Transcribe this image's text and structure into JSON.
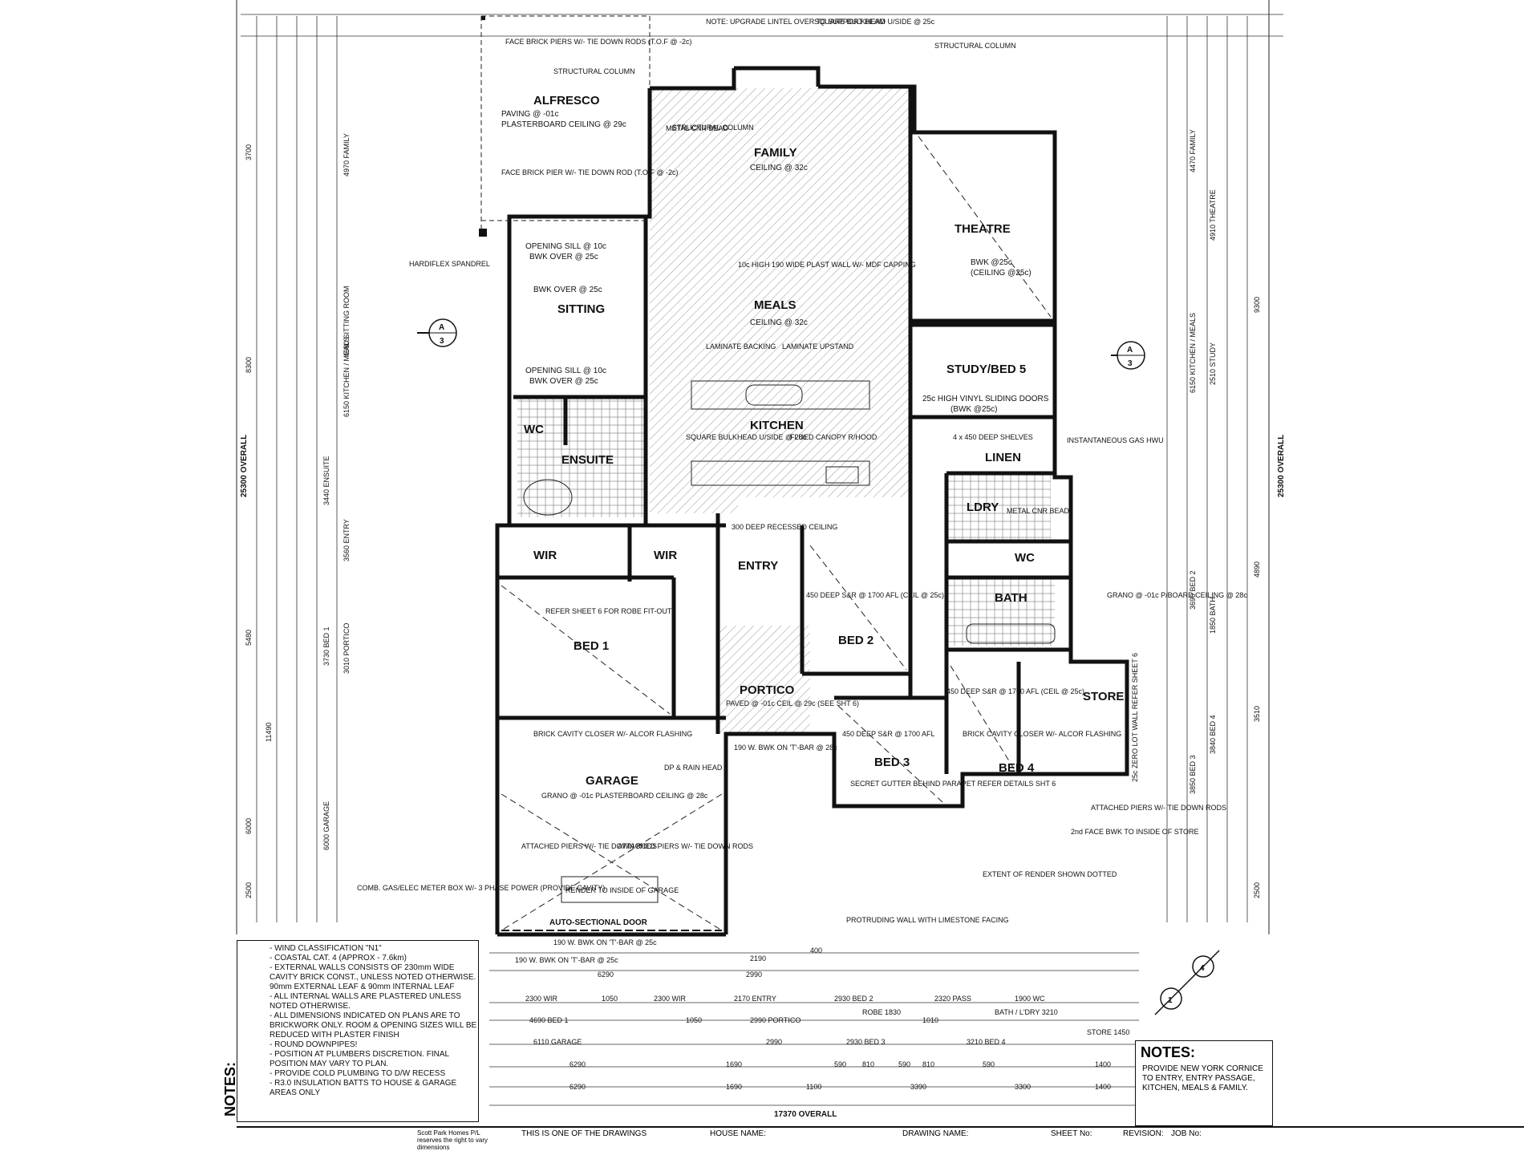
{
  "rooms": {
    "alfresco": "ALFRESCO",
    "family": "FAMILY",
    "theatre": "THEATRE",
    "sitting": "SITTING",
    "meals": "MEALS",
    "kitchen": "KITCHEN",
    "study": "STUDY/BED 5",
    "ensuite": "ENSUITE",
    "linen": "LINEN",
    "ldry": "LDRY",
    "wc": "WC",
    "wir": "WIR",
    "entry": "ENTRY",
    "bath": "BATH",
    "bed1": "BED 1",
    "bed2": "BED 2",
    "portico": "PORTICO",
    "store": "STORE",
    "bed3": "BED 3",
    "bed4": "BED 4",
    "garage": "GARAGE"
  },
  "labels": {
    "alfresco_notes": [
      "PAVING @ -01c",
      "PLASTERBOARD CEILING @ 29c"
    ],
    "family_ceiling": "CEILING @ 32c",
    "meals_ceiling": "CEILING @ 32c",
    "theatre_notes": [
      "BWK @25c",
      "(CEILING @25c)"
    ],
    "study_notes": [
      "25c HIGH VINYL SLIDING DOORS",
      "(BWK @25c)"
    ],
    "sitting_notes": [
      "OPENING SILL @ 10c",
      "BWK OVER @ 25c",
      "BWK OVER @ 25c",
      "OPENING SILL @ 10c",
      "BWK OVER @ 25c"
    ],
    "structural_column": "STRUCTURAL COLUMN",
    "face_brick_piers": "FACE BRICK PIERS W/- TIE DOWN RODS (T.O.F @ -2c)",
    "face_brick_pier": "FACE BRICK PIER W/- TIE DOWN ROD (T.O.F @ -2c)",
    "upgrade_lintel": "NOTE: UPGRADE LINTEL OVER TO SUPPORT BEAM",
    "square_bulkhead": "SQUARE BULKHEAD U/SIDE @ 25c",
    "plast_wall": "10c HIGH 190 WIDE PLAST WALL W/- MDF CAPPING",
    "laminate_backing": "LAMINATE BACKING",
    "laminate_upstand": "LAMINATE UPSTAND",
    "kitchen_bulkhead": "SQUARE BULKHEAD U/SIDE @ 28c",
    "canopy": "FLUED CANOPY R/HOOD",
    "hardiflex": "HARDIFLEX SPANDREL",
    "instantaneous": "INSTANTANEOUS GAS HWU",
    "deep_shelves": "4 x 450 DEEP SHELVES",
    "metal_cnr_bead": "METAL CNR BEAD",
    "refer_sheet": "REFER SHEET 6 FOR ROBE FIT-OUT",
    "bed2_sr": "450 DEEP S&R @ 1700 AFL (CEIL @ 25c)",
    "bed3_sr": "450 DEEP S&R @ 1700 AFL",
    "bed4_sr": "450 DEEP S&R @ 1700 AFL (CEIL @ 25c)",
    "portico_notes": "PAVED @ -01c CEIL @ 29c (SEE SHT 6)",
    "entry_notes": "300 DEEP RECESSED CEILING",
    "garage_notes": "GRANO @ -01c PLASTERBOARD CEILING @ 28c",
    "brick_cavity": "BRICK CAVITY CLOSER W/- ALCOR FLASHING",
    "attached_piers": "ATTACHED PIERS W/- TIE DOWN RODS",
    "render_garage": "RENDER TO INSIDE OF GARAGE",
    "auto_door": "AUTO-SECTIONAL DOOR",
    "dp_rain": "DP & RAIN HEAD",
    "secret_gutter": "SECRET GUTTER BEHIND PARAPET REFER DETAILS SHT 6",
    "protruding": "PROTRUDING WALL WITH LIMESTONE FACING",
    "extent_render": "EXTENT OF RENDER SHOWN DOTTED",
    "zero_lot": "25c ZERO LOT WALL REFER SHEET 6",
    "grano_bath": "GRANO @ -01c P/BOARD CEILING @ 28c",
    "second_face": "2nd FACE BWK TO INSIDE OF STORE",
    "comb_gas": "COMB. GAS/ELEC METER BOX W/- 3 PHASE POWER (PROVIDE CAVITY)",
    "bwk_tbar": "190 W. BWK ON 'T'-BAR @ 25c",
    "bwk_tbar2": "190 W. BWK ON 'T'-BAR @ 28c"
  },
  "dims": {
    "overall_width": "17370 OVERALL",
    "overall_depth": "25300 OVERALL",
    "section_marker": "A",
    "section_sheet": "3",
    "north_a": "1",
    "north_b": "4",
    "bottom_rows": [
      [
        "2300 WIR",
        "1050",
        "2300 WIR",
        "2170 ENTRY",
        "2930 BED 2",
        "2320 PASS",
        "1900 WC"
      ],
      [
        "4690 BED 1",
        "1050",
        "2990 PORTICO",
        "ROBE 1830",
        "1010",
        "BATH / L'DRY 3210"
      ],
      [
        "6110 GARAGE",
        "2990",
        "2930 BED 3",
        "3210 BED 4",
        "STORE 1450"
      ],
      [
        "6290",
        "1690",
        "590",
        "810",
        "590",
        "810",
        "590",
        "1400"
      ],
      [
        "6290",
        "1690",
        "1100",
        "3390",
        "3300",
        "1400"
      ]
    ],
    "top_row": [
      "190 W. BWK ON 'T'-BAR @ 25c",
      "2190",
      "400",
      "6290",
      "2990"
    ],
    "left_col": [
      "3700",
      "8300",
      "5480",
      "11490",
      "6000",
      "2500"
    ],
    "right_col": [
      "9300",
      "4890",
      "3510",
      "2500"
    ],
    "room_left_dims": [
      "4970 FAMILY",
      "4680 SITTING ROOM",
      "6150 KITCHEN / MEALS",
      "3440 ENSUITE",
      "3560 ENTRY",
      "3730 BED 1",
      "3010 PORTICO",
      "6000 GARAGE"
    ],
    "room_right_dims": [
      "4470 FAMILY",
      "4910 THEATRE",
      "6150 KITCHEN / MEALS",
      "2510 STUDY",
      "3690 BED 2",
      "1850 BATH",
      "3840 BED 4",
      "3850 BED 3"
    ]
  },
  "notes": {
    "title": "NOTES:",
    "items": [
      "- WIND CLASSIFICATION \"N1\"",
      "- COASTAL CAT. 4 (APPROX - 7.6km)",
      "- EXTERNAL WALLS CONSISTS OF 230mm WIDE CAVITY BRICK CONST., UNLESS NOTED OTHERWISE.",
      "90mm EXTERNAL LEAF & 90mm INTERNAL LEAF",
      "- ALL INTERNAL WALLS ARE PLASTERED UNLESS NOTED OTHERWISE.",
      "- ALL DIMENSIONS INDICATED ON PLANS ARE TO BRICKWORK ONLY. ROOM & OPENING SIZES WILL BE REDUCED WITH PLASTER FINISH",
      "- ROUND DOWNPIPES!",
      "- POSITION AT PLUMBERS DISCRETION. FINAL POSITION MAY VARY TO PLAN.",
      "- PROVIDE COLD PLUMBING TO D/W RECESS",
      "- R3.0 INSULATION BATTS TO HOUSE & GARAGE AREAS ONLY"
    ]
  },
  "notes2": {
    "title": "NOTES:",
    "text": "PROVIDE NEW YORK CORNICE TO ENTRY, ENTRY PASSAGE, KITCHEN, MEALS & FAMILY."
  },
  "titleblock": {
    "company": "Scott Park Homes P/L reserves the right to vary dimensions",
    "drawings": "THIS IS ONE OF THE DRAWINGS",
    "house_name": "HOUSE NAME:",
    "drawing_name": "DRAWING NAME:",
    "sheet_no": "SHEET No:",
    "revision": "REVISION:",
    "job_no": "JOB No:"
  }
}
